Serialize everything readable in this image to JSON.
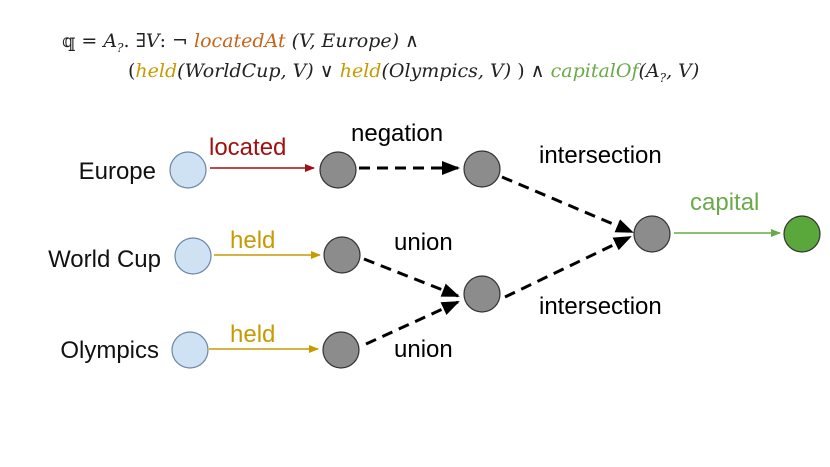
{
  "formula": {
    "line1": {
      "q": "𝕢",
      "eq": "=",
      "a": "A",
      "a_sub": "?",
      "dot": ". ∃",
      "v": "V",
      "colon": ": ¬",
      "pred1": "locatedAt",
      "args1": "(V, Europe)",
      "and1": "∧"
    },
    "line2": {
      "open": "(",
      "pred2": "held",
      "args2": "(WorldCup, V)",
      "or": "∨",
      "pred3": "held",
      "args3": "(Olympics, V)",
      "close": ")",
      "and2": "∧",
      "pred4": "capitalOf",
      "args4_open": "(A",
      "args4_sub": "?",
      "args4_close": ", V)"
    }
  },
  "nodes": {
    "europe": "Europe",
    "worldcup": "World Cup",
    "olympics": "Olympics"
  },
  "edges": {
    "located": "located",
    "held1": "held",
    "held2": "held",
    "negation": "negation",
    "union1": "union",
    "union2": "union",
    "intersection1": "intersection",
    "intersection2": "intersection",
    "capital": "capital"
  },
  "colors": {
    "located": "#a01010",
    "held": "#c79a00",
    "capital": "#6aaa4a",
    "anchor_fill": "#cfe2f3",
    "variable_fill": "#8c8c8c",
    "target_fill": "#5aa83c",
    "formula_located": "#c5651a",
    "formula_held": "#c79a00",
    "formula_capital": "#6aaa4a"
  }
}
